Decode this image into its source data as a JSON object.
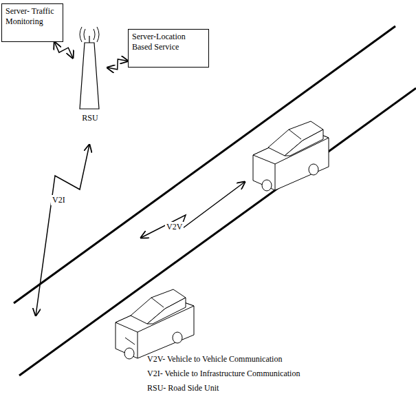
{
  "diagram": {
    "nodes": [
      {
        "text": [
          "Server- Traffic Monitoring"
        ]
      },
      {
        "text": [
          "Server-Location Based Service"
        ]
      },
      {
        "text": [
          "RSU"
        ]
      }
    ],
    "edges": [
      {
        "from": 2,
        "to": 0,
        "arrow": "both"
      },
      {
        "from": 2,
        "to": 1,
        "arrow": "both"
      }
    ],
    "labels": [
      "V2I",
      "V2V",
      "V2V- Vehicle to Vehicle Communication",
      "V2I- Vehicle to Infrastructure Communication",
      "RSU- Road Side Unit"
    ]
  }
}
